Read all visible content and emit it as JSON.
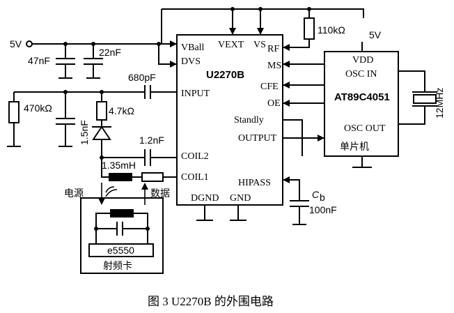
{
  "title": "图 3    U2270B 的外围电路",
  "supply": {
    "label": "5V"
  },
  "ic_main": {
    "name": "U2270B",
    "pins": {
      "vbatt": "VBall",
      "dvs": "DVS",
      "vext": "VEXT",
      "vs": "VS",
      "rf": "RF",
      "input": "INPUT",
      "ms": "MS",
      "cfe": "CFE",
      "oe": "OE",
      "standby": "Standly",
      "output": "OUTPUT",
      "coil2": "COIL2",
      "coil1": "COIL1",
      "hipass": "HIPASS",
      "dgnd": "DGND",
      "gnd": "GND"
    }
  },
  "mcu": {
    "name": "AT89C4051",
    "subtitle": "单片机",
    "pins": {
      "vdd": "VDD",
      "osc_in": "OSC IN",
      "osc_out": "OSC OUT"
    },
    "supply": "5V"
  },
  "components": {
    "c47": "47nF",
    "c22": "22nF",
    "c680": "680pF",
    "r470k": "470kΩ",
    "c1_5": "1.5nF",
    "r4_7k": "4.7kΩ",
    "c1_2": "1.2nF",
    "l1_35": "1.35mH",
    "r110k": "110kΩ",
    "cb": "C",
    "cb_sub": "b",
    "cb_val": "100nF",
    "crystal": "12MHz"
  },
  "card": {
    "chip": "e5550",
    "name": "射频卡",
    "power": "电源",
    "data": "数据"
  }
}
